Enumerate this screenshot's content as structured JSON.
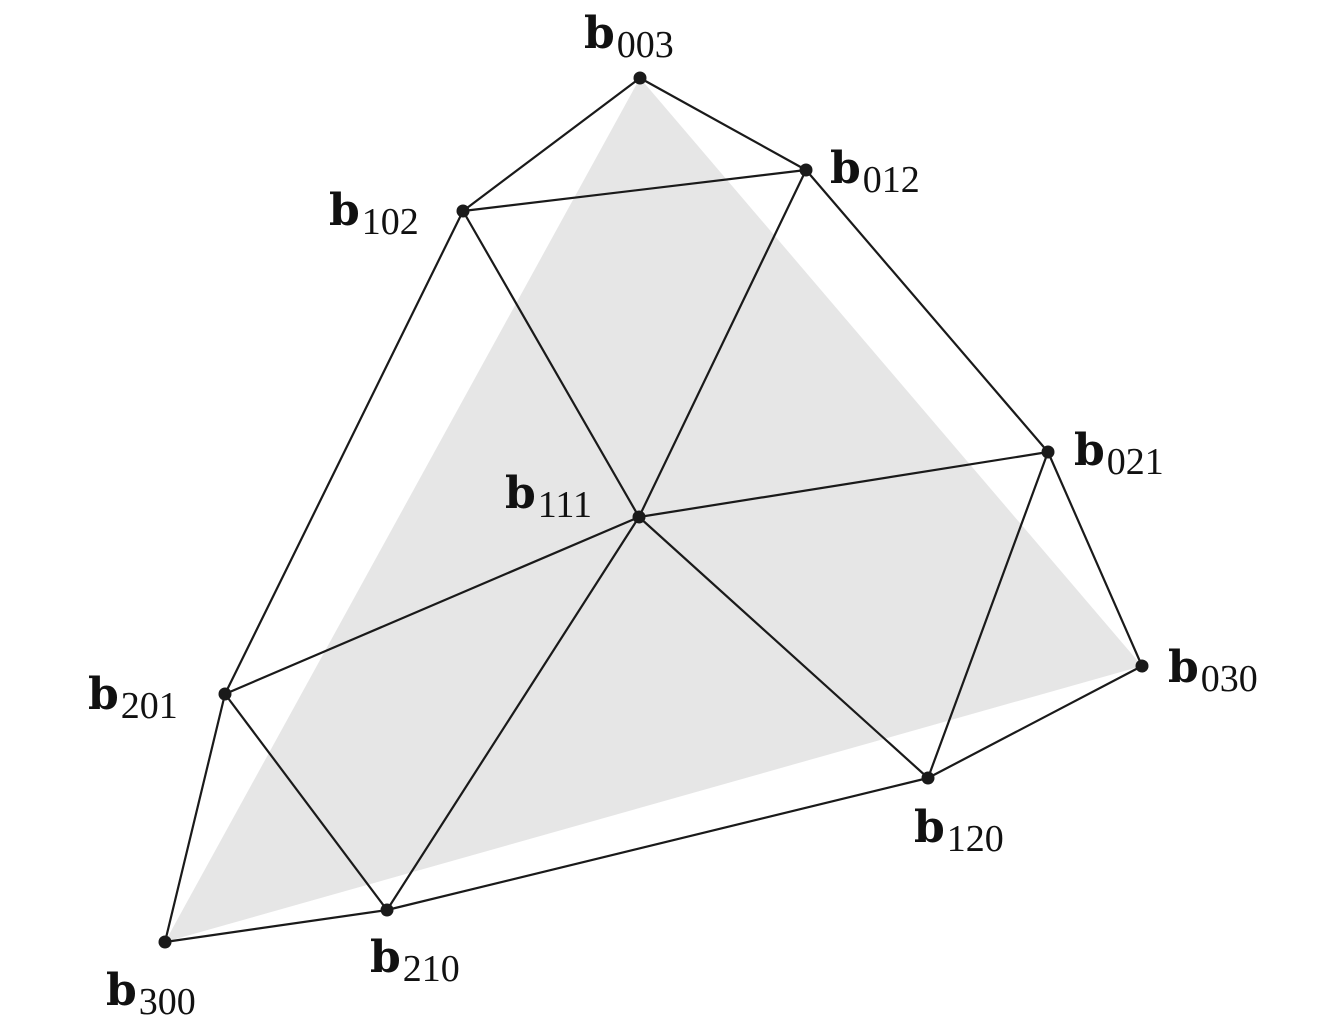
{
  "diagram": {
    "points": [
      {
        "id": "b003",
        "base": "b",
        "sub": "003"
      },
      {
        "id": "b012",
        "base": "b",
        "sub": "012"
      },
      {
        "id": "b102",
        "base": "b",
        "sub": "102"
      },
      {
        "id": "b021",
        "base": "b",
        "sub": "021"
      },
      {
        "id": "b111",
        "base": "b",
        "sub": "111"
      },
      {
        "id": "b201",
        "base": "b",
        "sub": "201"
      },
      {
        "id": "b030",
        "base": "b",
        "sub": "030"
      },
      {
        "id": "b120",
        "base": "b",
        "sub": "120"
      },
      {
        "id": "b210",
        "base": "b",
        "sub": "210"
      },
      {
        "id": "b300",
        "base": "b",
        "sub": "300"
      }
    ],
    "edges": [
      [
        "b003",
        "b102"
      ],
      [
        "b003",
        "b012"
      ],
      [
        "b102",
        "b012"
      ],
      [
        "b102",
        "b201"
      ],
      [
        "b102",
        "b111"
      ],
      [
        "b012",
        "b111"
      ],
      [
        "b012",
        "b021"
      ],
      [
        "b021",
        "b111"
      ],
      [
        "b021",
        "b030"
      ],
      [
        "b021",
        "b120"
      ],
      [
        "b201",
        "b111"
      ],
      [
        "b201",
        "b300"
      ],
      [
        "b201",
        "b210"
      ],
      [
        "b111",
        "b210"
      ],
      [
        "b111",
        "b120"
      ],
      [
        "b030",
        "b120"
      ],
      [
        "b120",
        "b210"
      ],
      [
        "b210",
        "b300"
      ]
    ],
    "shaded_triangle": [
      "b003",
      "b030",
      "b300"
    ],
    "shade_color": "#e6e6e6",
    "line_color": "#1a1a1a"
  }
}
